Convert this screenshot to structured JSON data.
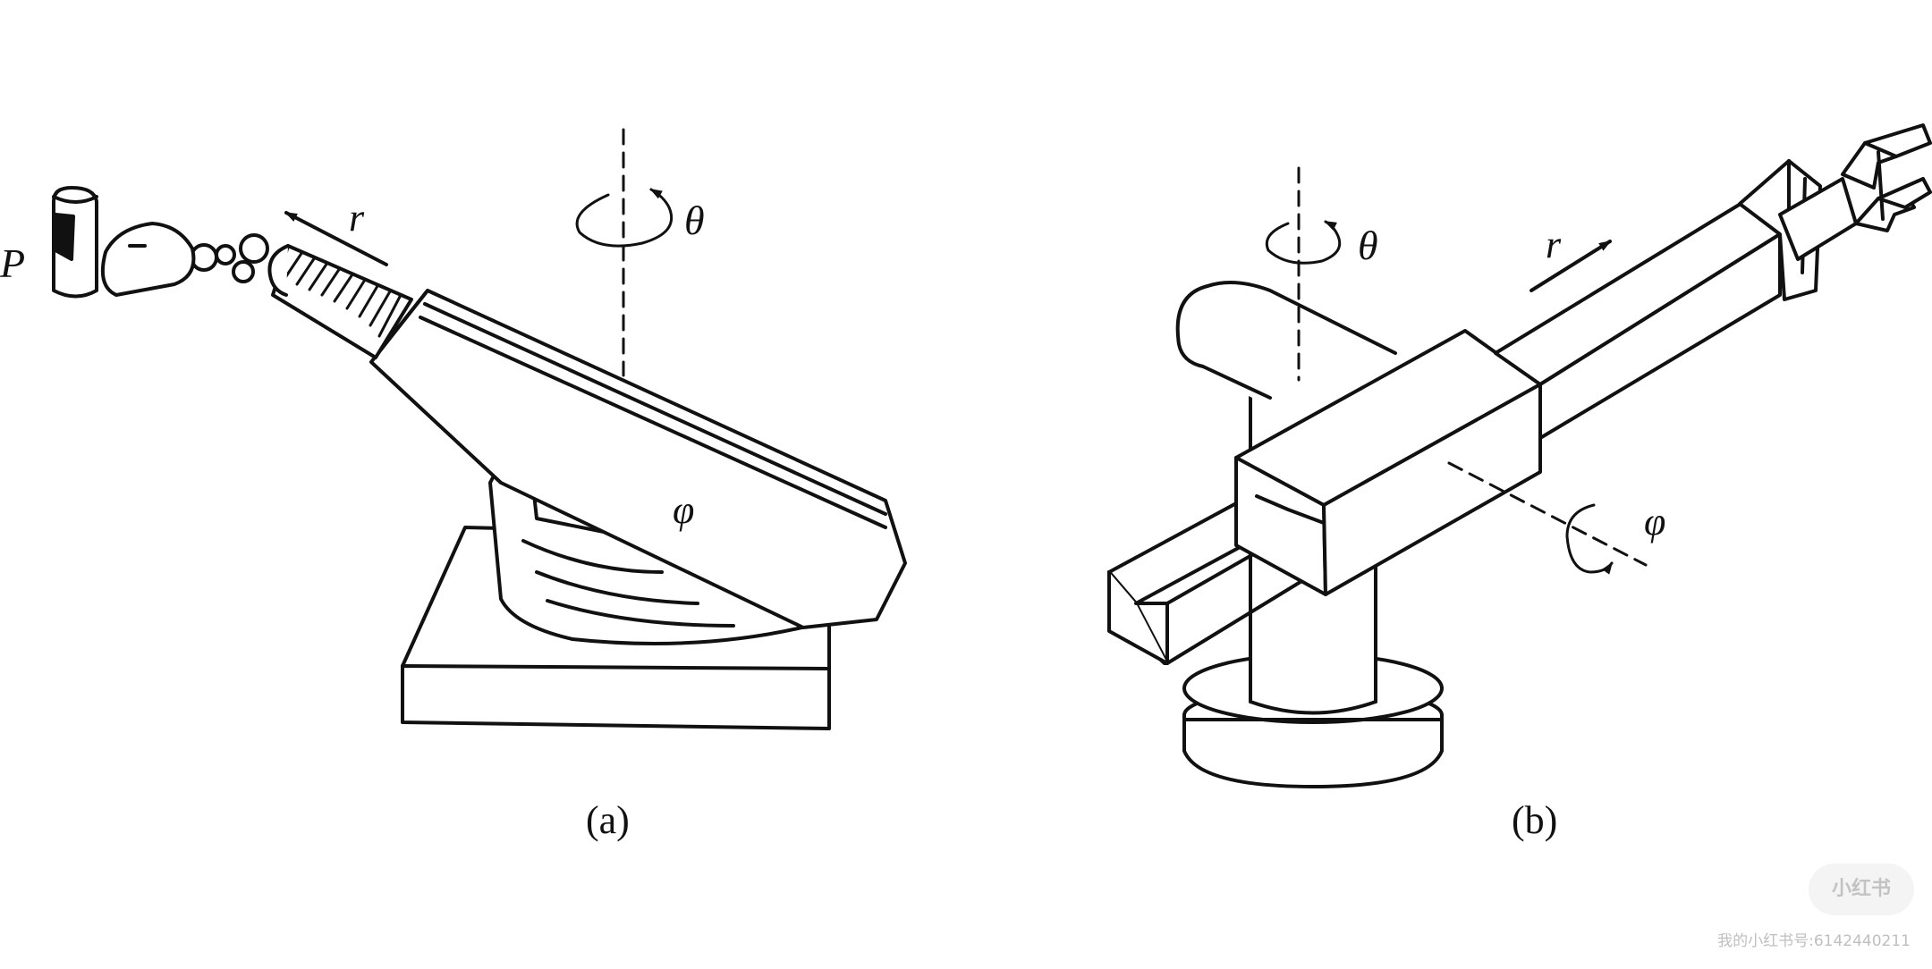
{
  "figure_a": {
    "caption": "(a)",
    "point_label": "P",
    "rotation_label": "θ",
    "extension_label": "r",
    "pitch_label": "φ"
  },
  "figure_b": {
    "caption": "(b)",
    "rotation_label": "θ",
    "extension_label": "r",
    "pitch_label": "φ"
  },
  "watermark": {
    "logo_text": "小红书",
    "id_text": "我的小红书号:6142440211"
  },
  "colors": {
    "line": "#111111",
    "background": "#ffffff"
  }
}
